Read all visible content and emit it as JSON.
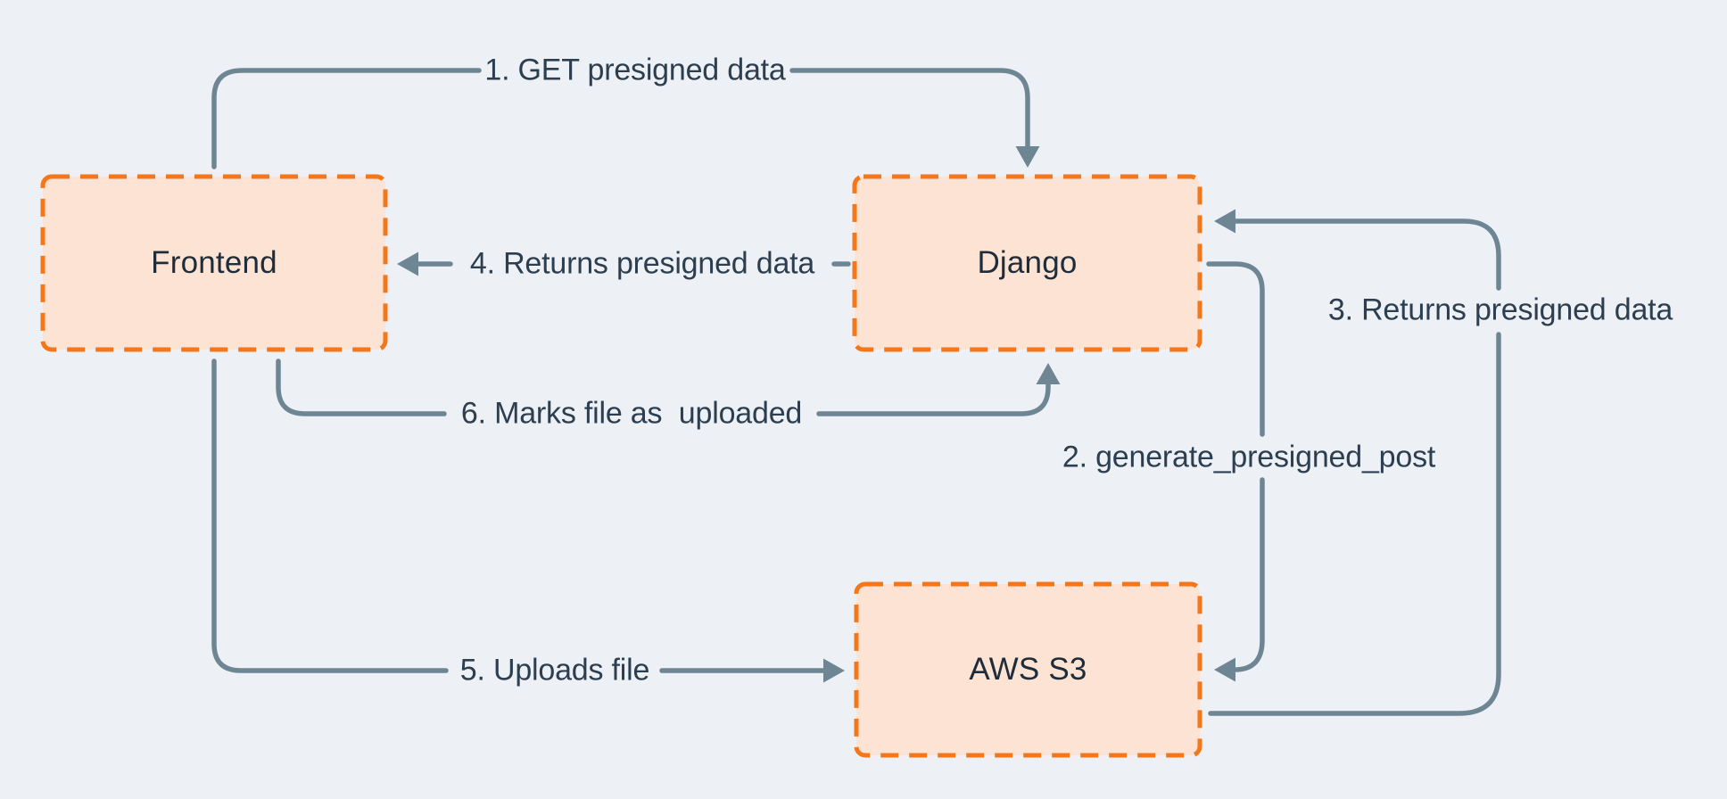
{
  "colors": {
    "background": "#edf1f5",
    "node_fill": "#fce3d3",
    "node_border": "#f5771c",
    "connector": "#6e8694",
    "label_text": "#2c3e50",
    "node_text": "#1f2d3a"
  },
  "nodes": [
    {
      "id": "frontend",
      "label": "Frontend"
    },
    {
      "id": "django",
      "label": "Django"
    },
    {
      "id": "aws-s3",
      "label": "AWS S3"
    }
  ],
  "edges": [
    {
      "id": "1",
      "label": "1. GET presigned data",
      "from": "Frontend",
      "to": "Django"
    },
    {
      "id": "2",
      "label": "2. generate_presigned_post",
      "from": "Django",
      "to": "AWS S3"
    },
    {
      "id": "3",
      "label": "3. Returns presigned data",
      "from": "AWS S3",
      "to": "Django"
    },
    {
      "id": "4",
      "label": "4. Returns presigned data",
      "from": "Django",
      "to": "Frontend"
    },
    {
      "id": "5",
      "label": "5. Uploads file",
      "from": "Frontend",
      "to": "AWS S3"
    },
    {
      "id": "6",
      "label": "6. Marks file as  uploaded",
      "from": "Frontend",
      "to": "Django"
    }
  ]
}
